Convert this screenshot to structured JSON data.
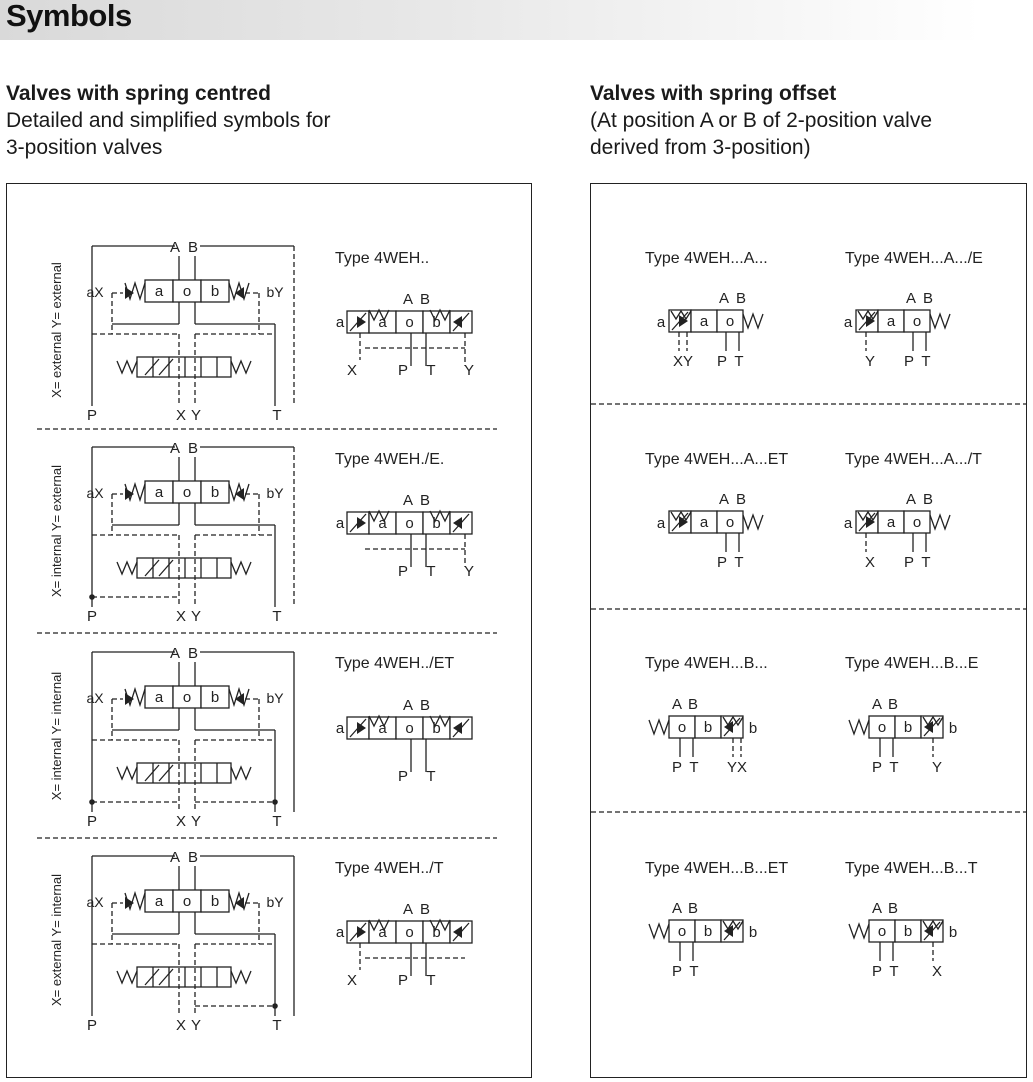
{
  "page": {
    "title": "Symbols"
  },
  "left_section": {
    "heading": "Valves with spring centred",
    "sub_line1": "Detailed and simplified symbols for",
    "sub_line2": "3-position valves"
  },
  "right_section": {
    "heading": "Valves with spring offset",
    "sub_line1": "(At position A or B of 2-position valve",
    "sub_line2": "derived from 3-position)"
  },
  "left_rows": [
    {
      "side_label": "X= external Y= external",
      "type": "Type 4WEH.."
    },
    {
      "side_label": "X= internal Y= external",
      "type": "Type 4WEH./E."
    },
    {
      "side_label": "X= internal Y= internal",
      "type": "Type 4WEH../ET"
    },
    {
      "side_label": "X= external Y= internal",
      "type": "Type 4WEH../T"
    }
  ],
  "right_types": [
    "Type 4WEH...A...",
    "Type 4WEH...A.../E",
    "Type 4WEH...A...ET",
    "Type 4WEH...A.../T",
    "Type 4WEH...B...",
    "Type 4WEH...B...E",
    "Type 4WEH...B...ET",
    "Type 4WEH...B...T"
  ],
  "symbol_text": {
    "pos_a": "a",
    "pos_o": "o",
    "pos_b": "b",
    "port_A": "A",
    "port_B": "B",
    "port_P": "P",
    "port_T": "T",
    "port_X": "X",
    "port_Y": "Y",
    "aX": "aX",
    "bY": "bY",
    "XY": "XY",
    "YX": "YX"
  }
}
